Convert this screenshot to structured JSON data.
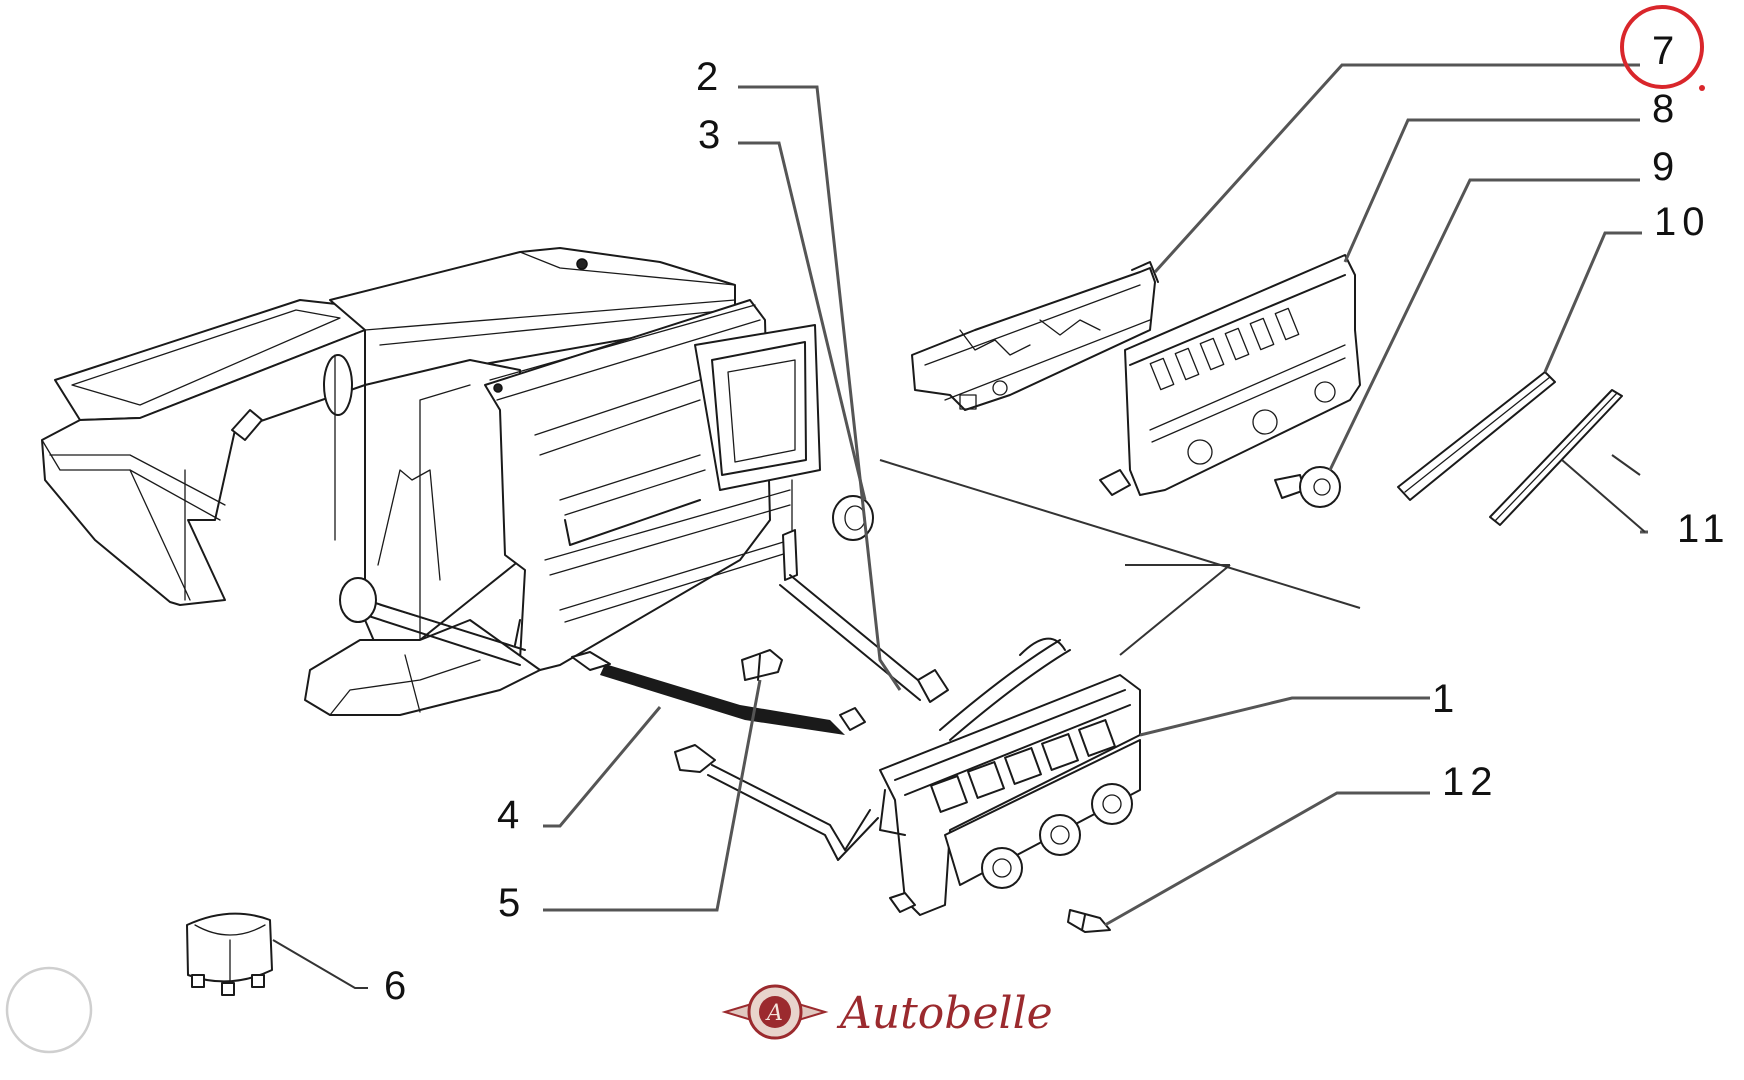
{
  "diagram": {
    "title": "Heater / climate control exploded parts view",
    "highlighted_part": "7",
    "highlight_color": "#d9262b",
    "callouts": [
      {
        "id": "c1",
        "label": "1"
      },
      {
        "id": "c2",
        "label": "2"
      },
      {
        "id": "c3",
        "label": "3"
      },
      {
        "id": "c4",
        "label": "4"
      },
      {
        "id": "c5",
        "label": "5"
      },
      {
        "id": "c6",
        "label": "6"
      },
      {
        "id": "c7",
        "label": "7"
      },
      {
        "id": "c8",
        "label": "8"
      },
      {
        "id": "c9",
        "label": "9"
      },
      {
        "id": "c10",
        "label": "10"
      },
      {
        "id": "c11",
        "label": "11"
      },
      {
        "id": "c12",
        "label": "12"
      }
    ]
  },
  "brand": {
    "logo_text": "Autobelle",
    "logo_monogram": "A",
    "brand_color": "#9b2a2e"
  }
}
